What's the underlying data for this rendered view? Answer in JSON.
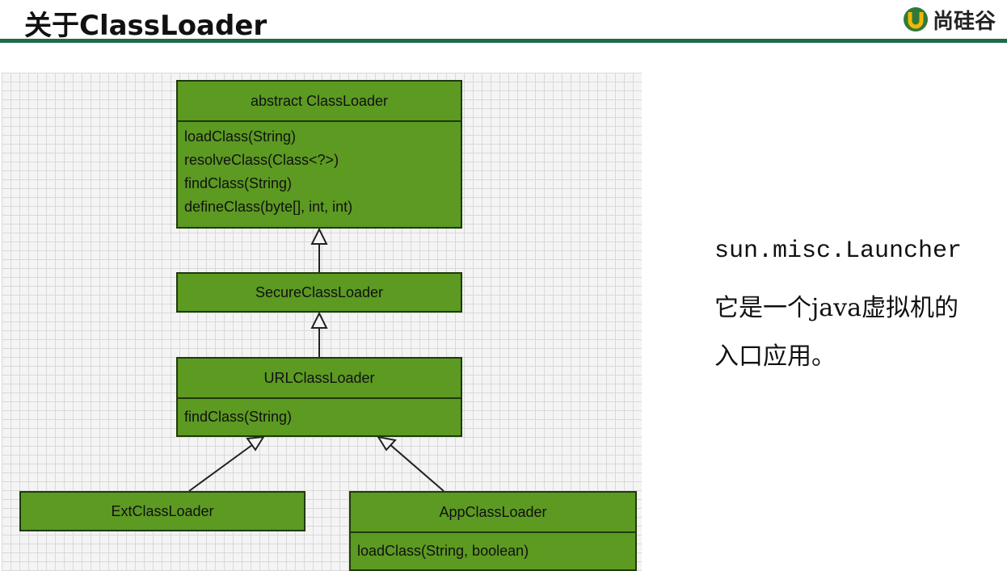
{
  "header": {
    "title": "关于ClassLoader",
    "logo_text": "尚硅谷"
  },
  "diagram": {
    "classes": [
      {
        "name": "abstract ClassLoader",
        "methods": [
          "loadClass(String)",
          "resolveClass(Class<?>)",
          "findClass(String)",
          "defineClass(byte[], int, int)"
        ]
      },
      {
        "name": "SecureClassLoader",
        "methods": []
      },
      {
        "name": "URLClassLoader",
        "methods": [
          "findClass(String)"
        ]
      },
      {
        "name": "ExtClassLoader",
        "methods": []
      },
      {
        "name": "AppClassLoader",
        "methods": [
          "loadClass(String, boolean)"
        ]
      }
    ],
    "relations": [
      {
        "from": "SecureClassLoader",
        "to": "abstract ClassLoader",
        "type": "inheritance"
      },
      {
        "from": "URLClassLoader",
        "to": "SecureClassLoader",
        "type": "inheritance"
      },
      {
        "from": "ExtClassLoader",
        "to": "URLClassLoader",
        "type": "inheritance"
      },
      {
        "from": "AppClassLoader",
        "to": "URLClassLoader",
        "type": "inheritance"
      }
    ],
    "colors": {
      "box_fill": "#5c9a22",
      "box_border": "#1e3a0c",
      "grid": "#d9d9d9"
    }
  },
  "notes": {
    "line1": "sun.misc.Launcher",
    "line2": "它是一个java虚拟机的",
    "line3": "入口应用。"
  }
}
